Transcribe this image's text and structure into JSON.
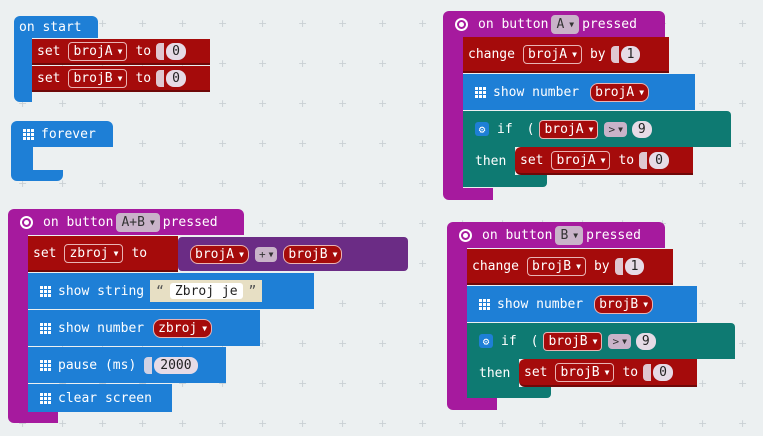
{
  "colors": {
    "loops": "#1e7fd6",
    "variables": "#a50b0b",
    "input": "#a61a9e",
    "logic": "#0e7a72",
    "math": "#6b2c85"
  },
  "on_start": {
    "label": "on start",
    "set_a": {
      "set": "set",
      "var": "brojA",
      "to": "to",
      "value": "0"
    },
    "set_b": {
      "set": "set",
      "var": "brojB",
      "to": "to",
      "value": "0"
    }
  },
  "forever": {
    "label": "forever"
  },
  "button_a": {
    "on": "on button",
    "button": "A",
    "pressed": "pressed",
    "change": {
      "label": "change",
      "var": "brojA",
      "by": "by",
      "value": "1"
    },
    "show": {
      "label": "show number",
      "var": "brojA"
    },
    "if": {
      "if": "if",
      "var": "brojA",
      "op": ">",
      "value": "9",
      "then": "then",
      "set": {
        "set": "set",
        "var": "brojA",
        "to": "to",
        "value": "0"
      }
    }
  },
  "button_ab": {
    "on": "on button",
    "button": "A+B",
    "pressed": "pressed",
    "set": {
      "set": "set",
      "var": "zbroj",
      "to": "to",
      "left": "brojA",
      "op": "+",
      "right": "brojB"
    },
    "show_string": {
      "label": "show string",
      "value": "Zbroj je"
    },
    "show_number": {
      "label": "show number",
      "var": "zbroj"
    },
    "pause": {
      "label": "pause (ms)",
      "value": "2000"
    },
    "clear": {
      "label": "clear screen"
    }
  },
  "button_b": {
    "on": "on button",
    "button": "B",
    "pressed": "pressed",
    "change": {
      "label": "change",
      "var": "brojB",
      "by": "by",
      "value": "1"
    },
    "show": {
      "label": "show number",
      "var": "brojB"
    },
    "if": {
      "if": "if",
      "var": "brojB",
      "op": ">",
      "value": "9",
      "then": "then",
      "set": {
        "set": "set",
        "var": "brojB",
        "to": "to",
        "value": "0"
      }
    }
  },
  "icons": [
    "grid-icon",
    "radio-icon",
    "gear-icon",
    "dropdown-arrow-icon",
    "quote-icon"
  ]
}
